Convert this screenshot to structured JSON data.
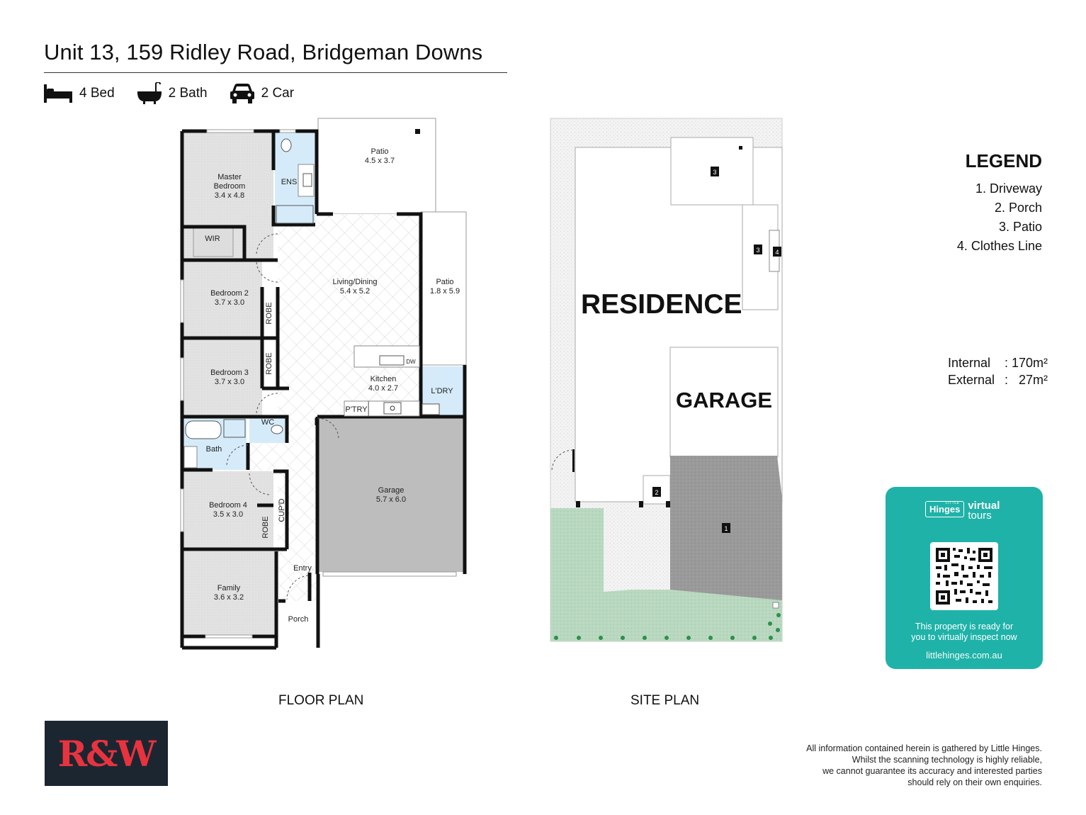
{
  "header": {
    "title": "Unit 13, 159 Ridley Road, Bridgeman Downs",
    "features": [
      {
        "icon": "bed-icon",
        "label": "4 Bed"
      },
      {
        "icon": "bath-icon",
        "label": "2 Bath"
      },
      {
        "icon": "car-icon",
        "label": "2 Car"
      }
    ]
  },
  "floor_plan": {
    "label": "FLOOR PLAN",
    "rooms": [
      {
        "name": "Master Bedroom",
        "line1": "Master",
        "line2": "Bedroom",
        "dims": "3.4 x 4.8"
      },
      {
        "name": "ENS",
        "dims": ""
      },
      {
        "name": "WIR",
        "dims": ""
      },
      {
        "name": "Patio",
        "dims": "4.5 x 3.7"
      },
      {
        "name": "Living/Dining",
        "dims": "5.4 x 5.2"
      },
      {
        "name": "Patio",
        "dims": "1.8 x 5.9"
      },
      {
        "name": "Bedroom 2",
        "dims": "3.7 x 3.0"
      },
      {
        "name": "Bedroom 3",
        "dims": "3.7 x 3.0"
      },
      {
        "name": "Kitchen",
        "dims": "4.0 x 2.7"
      },
      {
        "name": "L'DRY",
        "dims": ""
      },
      {
        "name": "P'TRY",
        "dims": ""
      },
      {
        "name": "WC",
        "dims": ""
      },
      {
        "name": "Bath",
        "dims": ""
      },
      {
        "name": "Garage",
        "dims": "5.7 x 6.0"
      },
      {
        "name": "Bedroom 4",
        "dims": "3.5 x 3.0"
      },
      {
        "name": "Family",
        "dims": "3.6 x 3.2"
      },
      {
        "name": "Entry",
        "dims": ""
      },
      {
        "name": "Porch",
        "dims": ""
      }
    ],
    "robe_labels": [
      "ROBE",
      "ROBE",
      "ROBE"
    ],
    "cupboard_label": "CUP'D",
    "dishwasher_label": "DW"
  },
  "site_plan": {
    "label": "SITE PLAN",
    "residence_label": "RESIDENCE",
    "garage_label": "GARAGE",
    "markers": [
      "1",
      "2",
      "3",
      "3",
      "4"
    ]
  },
  "legend": {
    "title": "LEGEND",
    "items": [
      "1. Driveway",
      "2. Porch",
      "3. Patio",
      "4. Clothes Line"
    ]
  },
  "areas": {
    "internal_label": "Internal",
    "internal_value": ": 170m²",
    "external_label": "External",
    "external_value": ":   27m²"
  },
  "virtual_tour": {
    "brand_small": "LITTLE",
    "brand": "Hinges",
    "virtual": "virtual",
    "tours": "tours",
    "message_line1": "This property is ready for",
    "message_line2": "you to virtually inspect now",
    "url": "littlehinges.com.au",
    "color": "#1fb2a8"
  },
  "agency_logo": {
    "text": "R&W",
    "bg": "#1c2631",
    "fg": "#e8333f"
  },
  "disclaimer": [
    "All information contained herein is gathered by Little Hinges.",
    "Whilst the scanning technology is highly reliable,",
    "we cannot guarantee its accuracy and interested parties",
    "should rely on their own enquiries."
  ]
}
